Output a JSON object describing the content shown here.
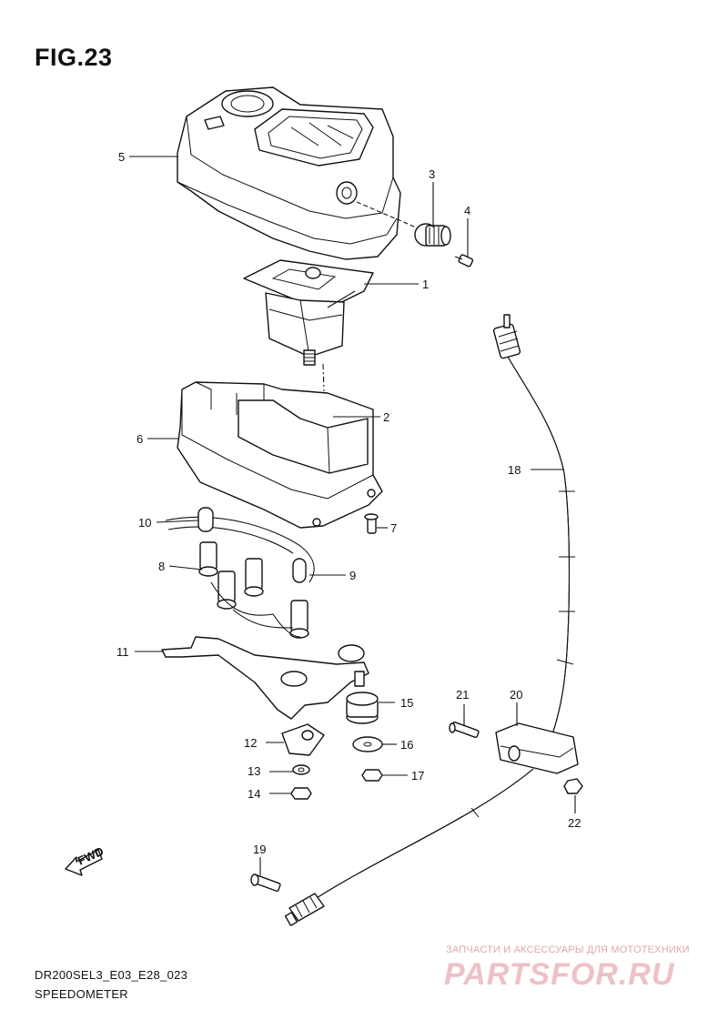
{
  "header": {
    "figure": "FIG.23"
  },
  "footer": {
    "model_code": "DR200SEL3_E03_E28_023",
    "section": "SPEEDOMETER"
  },
  "watermark": {
    "caption": "ЗАПЧАСТИ И АКСЕССУАРЫ ДЛЯ МОТОТЕХНИКИ",
    "logo": "PARTSFOR.RU"
  },
  "direction_mark": "FWD",
  "callouts": [
    "1",
    "2",
    "3",
    "4",
    "5",
    "6",
    "7",
    "8",
    "9",
    "10",
    "11",
    "12",
    "13",
    "14",
    "15",
    "16",
    "17",
    "18",
    "19",
    "20",
    "21",
    "22"
  ]
}
